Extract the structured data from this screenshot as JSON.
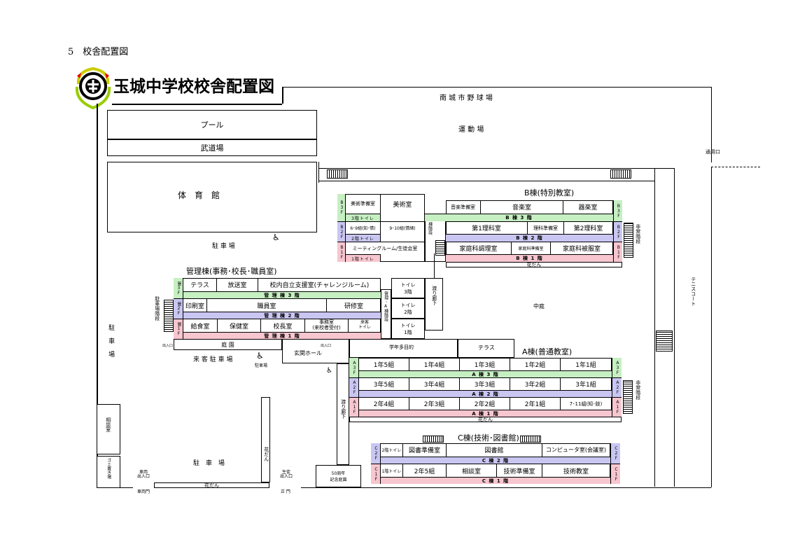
{
  "heading": "5　校舎配置図",
  "title": "玉城中学校校舎配置図",
  "logo": "emblem-icon",
  "site": {
    "baseball": "南 城 市 野 球 場",
    "ground": "運 動 場",
    "gate_side": "通用口",
    "pool": "プール",
    "budojo": "武道場",
    "gym": "体　育　館",
    "parking_top": "駐 車 場",
    "parking_left": "駐 車 場",
    "parking_guest": "来 客 駐 車 場",
    "parking_bottom": "駐　車　場",
    "tennis": "テニスコート",
    "courtyard": "中庭",
    "garden": "庭 園",
    "soudan": "相談室",
    "gomi": "ゴミ置き場",
    "car_entrance": "車両\n出入口",
    "car_gate": "車両門",
    "kadan": "花だん",
    "kadan_v": "花だん",
    "student_entrance": "生徒\n出入口",
    "main_gate": "正 門",
    "memorial": "50周年\n記念庭園",
    "entrance_hall": "玄関ホール",
    "gakunen": "学年多目的",
    "terrace_a": "テラス",
    "watari_top": "渡り廊下",
    "watari_bottom": "渡り廊下",
    "accessible_label": "駐車場",
    "exit_label": "出入口",
    "exit_small": "出入口"
  },
  "kanri": {
    "name": "管理棟(事務･校長･職員室)",
    "stairs": "駐車場階段",
    "fl3": {
      "tag": "管3F",
      "band": "管 理 棟 3 階",
      "rooms": [
        "テラス",
        "放送室",
        "校内自立支援室(チャレンジルーム)"
      ]
    },
    "fl2": {
      "tag": "管2F",
      "band": "管 理 棟 2 階",
      "rooms": [
        "印刷室",
        "職員室",
        "研修室"
      ]
    },
    "fl1": {
      "tag": "管1F",
      "band": "管 理 棟 1 階",
      "rooms": [
        "給食室",
        "保健室",
        "校長室",
        "事務室\n(来校者受付)",
        "来客\nトイレ"
      ]
    },
    "link": {
      "label": "管理･A棟階段",
      "toilets": [
        "トイレ\n3階",
        "トイレ\n2階",
        "トイレ\n1階"
      ]
    }
  },
  "b": {
    "name": "B棟(特別教室)",
    "stairs": "B棟階段",
    "emergency": "非常階段",
    "fl3": {
      "tag": "B3F",
      "band": "B 棟 3 階",
      "rooms": [
        "美術準備室",
        "美術室",
        "音楽準備室",
        "音楽室",
        "器楽室"
      ],
      "toilet": "3階トイレ"
    },
    "fl2": {
      "tag": "B2F",
      "band": "B 棟 2 階",
      "rooms": [
        "6･9組(知･情)",
        "9･10組(情緒)",
        "第1理科室",
        "理科準備室",
        "第2理科室"
      ],
      "toilet": "2階トイレ"
    },
    "fl1": {
      "tag": "B1F",
      "band": "B 棟 1 階",
      "rooms": [
        "ミーティングルーム/生徒会室",
        "家庭科調理室",
        "家庭科準備室",
        "家庭科被服室"
      ],
      "toilet": "1階トイレ"
    },
    "kadan": "花だん"
  },
  "a": {
    "name": "A棟(普通教室)",
    "emergency": "非常階段",
    "fl3": {
      "tag": "A3F",
      "band": "A 棟 3 階",
      "rooms": [
        "1年5組",
        "1年4組",
        "1年3組",
        "1年2組",
        "1年1組"
      ]
    },
    "fl2": {
      "tag": "A2F",
      "band": "A 棟 2 階",
      "rooms": [
        "3年5組",
        "3年4組",
        "3年3組",
        "3年2組",
        "3年1組"
      ]
    },
    "fl1": {
      "tag": "A1F",
      "band": "A 棟 1 階",
      "rooms": [
        "2年4組",
        "2年3組",
        "2年2組",
        "2年1組",
        "7･11組(知･肢)"
      ]
    },
    "kadan": "花だん"
  },
  "cb": {
    "name": "C棟(技術･図書館)",
    "fl2": {
      "tag": "C2F",
      "band": "C 棟 2 階",
      "rooms": [
        "2階トイレ",
        "図書準備室",
        "図書館",
        "コンピュータ室(会議室)"
      ]
    },
    "fl1": {
      "tag": "C1F",
      "band": "C 棟 1 階",
      "rooms": [
        "1階トイレ",
        "2年5組",
        "相談室",
        "技術準備室",
        "技術教室"
      ]
    }
  }
}
